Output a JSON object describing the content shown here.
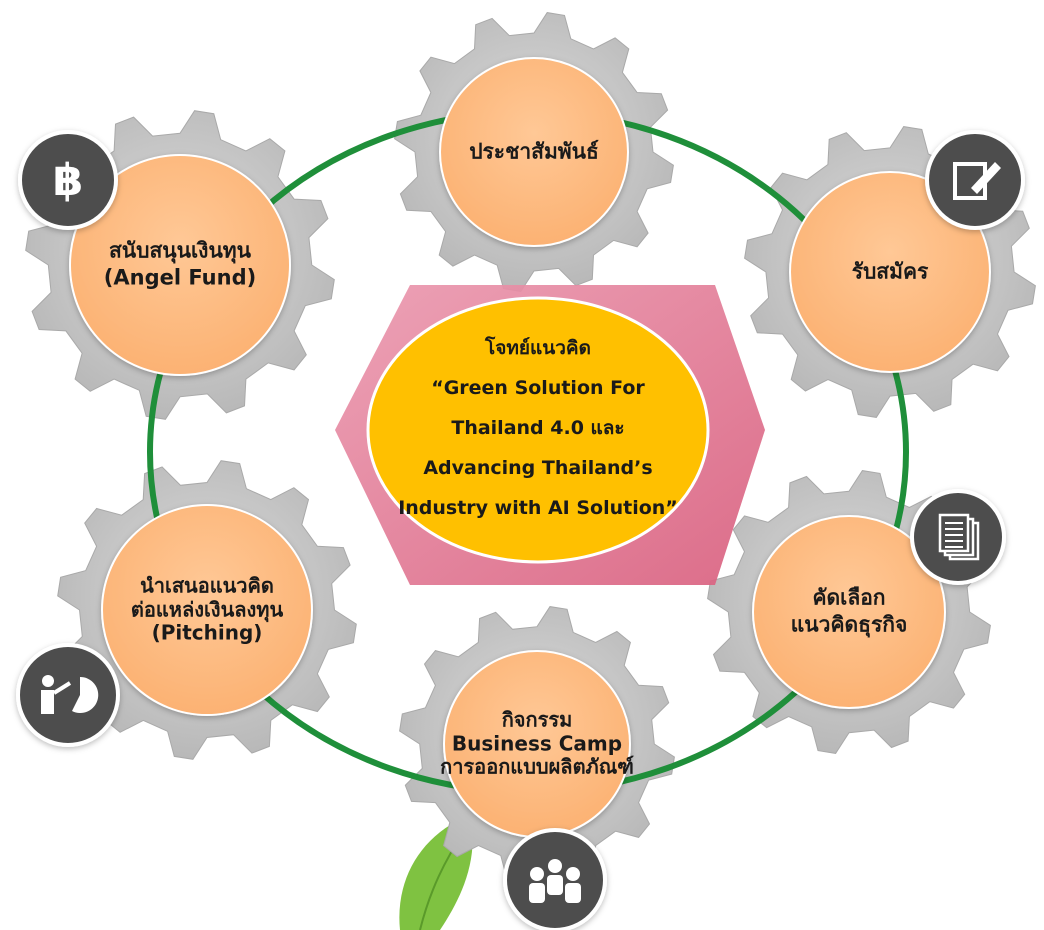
{
  "center": {
    "lines": [
      "โจทย์แนวคิด",
      "“Green Solution For",
      "Thailand 4.0 และ",
      "Advancing Thailand’s",
      "Industry with AI Solution”"
    ]
  },
  "nodes": [
    {
      "id": "pr",
      "lines": [
        "ประชาสัมพันธ์"
      ],
      "icon": null
    },
    {
      "id": "apply",
      "lines": [
        "รับสมัคร"
      ],
      "icon": "edit-form-icon"
    },
    {
      "id": "select",
      "lines": [
        "คัดเลือก",
        "แนวคิดธุรกิจ"
      ],
      "icon": "documents-icon"
    },
    {
      "id": "camp",
      "lines": [
        "กิจกรรม",
        "Business Camp",
        "การออกแบบผลิตภัณฑ์"
      ],
      "icon": "team-icon"
    },
    {
      "id": "pitch",
      "lines": [
        "นำเสนอแนวคิด",
        "ต่อแหล่งเงินลงทุน",
        "(Pitching)"
      ],
      "icon": "presentation-icon"
    },
    {
      "id": "fund",
      "lines": [
        "สนับสนุนเงินทุน",
        "(Angel Fund)"
      ],
      "icon": "baht-icon"
    }
  ],
  "colors": {
    "node_fill": "#FFBB7E",
    "node_stroke": "#ffffff",
    "gear": "#c8c8c8",
    "cycle_line": "#1f8f3a",
    "hexagon": "#e07894",
    "center_fill": "#FFC000",
    "icon_bg": "#4d4d4d"
  }
}
